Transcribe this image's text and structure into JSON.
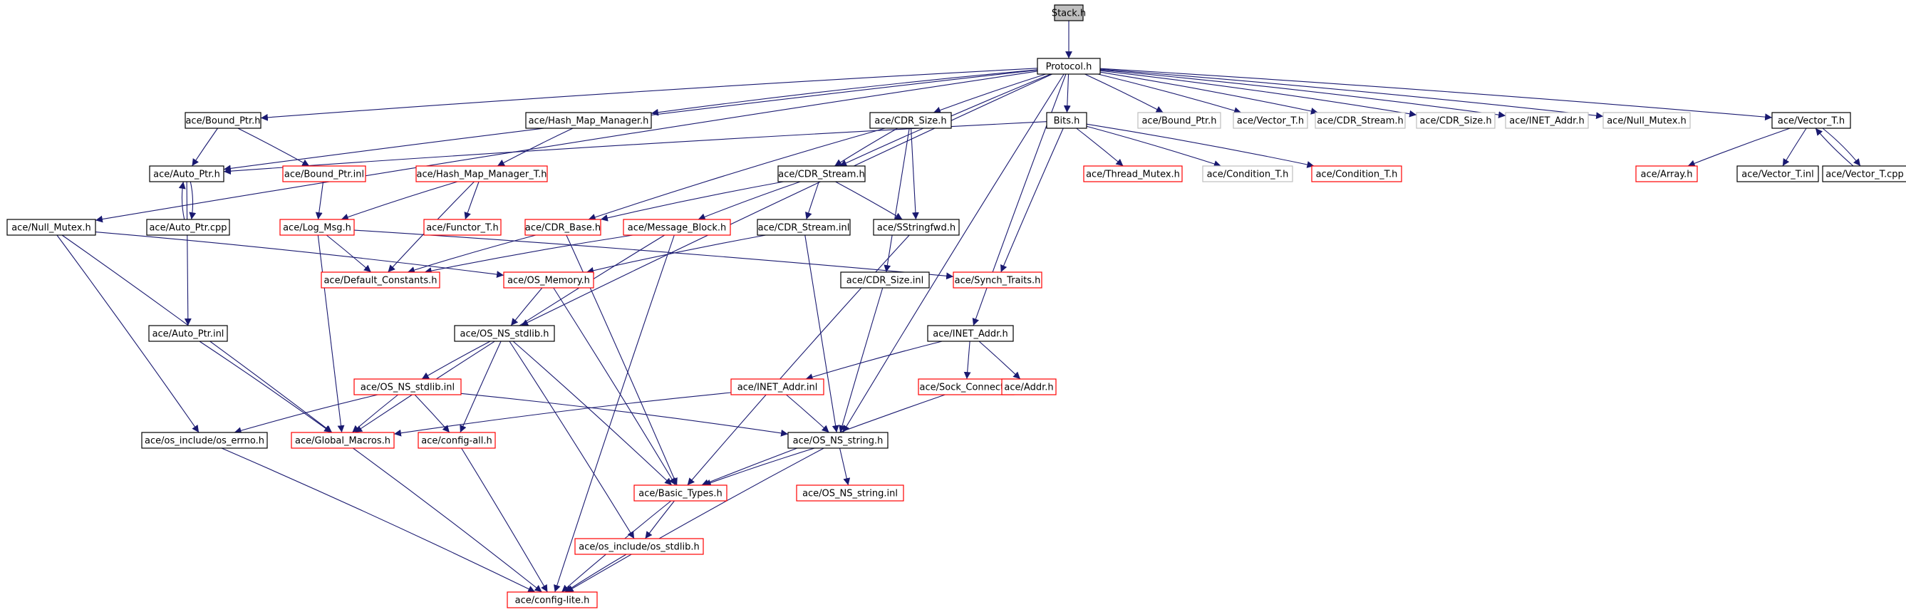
{
  "colors": {
    "edge": "#191970",
    "border_default": "#000000",
    "border_red": "#ff0000",
    "border_gray": "#bfbfbf",
    "fill_current": "#bfbfbf",
    "fill_default": "#ffffff"
  },
  "nodes": [
    {
      "id": "stack",
      "label": "Stack.h",
      "style": "current"
    },
    {
      "id": "protocol",
      "label": "Protocol.h",
      "style": "black"
    },
    {
      "id": "bound_ptr",
      "label": "ace/Bound_Ptr.h",
      "style": "black"
    },
    {
      "id": "hash_map",
      "label": "ace/Hash_Map_Manager.h",
      "style": "black"
    },
    {
      "id": "cdr_size",
      "label": "ace/CDR_Size.h",
      "style": "black"
    },
    {
      "id": "bits",
      "label": "Bits.h",
      "style": "black"
    },
    {
      "id": "g_bound_ptr",
      "label": "ace/Bound_Ptr.h",
      "style": "gray"
    },
    {
      "id": "g_vector_t",
      "label": "ace/Vector_T.h",
      "style": "gray"
    },
    {
      "id": "g_cdr_stream",
      "label": "ace/CDR_Stream.h",
      "style": "gray"
    },
    {
      "id": "g_cdr_size",
      "label": "ace/CDR_Size.h",
      "style": "gray"
    },
    {
      "id": "g_inet_addr",
      "label": "ace/INET_Addr.h",
      "style": "gray"
    },
    {
      "id": "g_null_mutex",
      "label": "ace/Null_Mutex.h",
      "style": "gray"
    },
    {
      "id": "vector_t",
      "label": "ace/Vector_T.h",
      "style": "black"
    },
    {
      "id": "auto_ptr",
      "label": "ace/Auto_Ptr.h",
      "style": "black"
    },
    {
      "id": "bound_ptr_inl",
      "label": "ace/Bound_Ptr.inl",
      "style": "red"
    },
    {
      "id": "hash_map_t",
      "label": "ace/Hash_Map_Manager_T.h",
      "style": "red"
    },
    {
      "id": "cdr_stream",
      "label": "ace/CDR_Stream.h",
      "style": "black"
    },
    {
      "id": "thread_mutex",
      "label": "ace/Thread_Mutex.h",
      "style": "red"
    },
    {
      "id": "condition_t",
      "label": "ace/Condition_T.h",
      "style": "gray"
    },
    {
      "id": "condition_t_red",
      "label": "ace/Condition_T.h",
      "style": "red"
    },
    {
      "id": "array",
      "label": "ace/Array.h",
      "style": "red"
    },
    {
      "id": "vector_t_inl",
      "label": "ace/Vector_T.inl",
      "style": "black"
    },
    {
      "id": "vector_t_cpp",
      "label": "ace/Vector_T.cpp",
      "style": "black"
    },
    {
      "id": "auto_ptr_cpp",
      "label": "ace/Auto_Ptr.cpp",
      "style": "black"
    },
    {
      "id": "log_msg",
      "label": "ace/Log_Msg.h",
      "style": "red"
    },
    {
      "id": "functor_t",
      "label": "ace/Functor_T.h",
      "style": "red"
    },
    {
      "id": "cdr_base",
      "label": "ace/CDR_Base.h",
      "style": "red"
    },
    {
      "id": "message_block",
      "label": "ace/Message_Block.h",
      "style": "red"
    },
    {
      "id": "cdr_stream_inl",
      "label": "ace/CDR_Stream.inl",
      "style": "black"
    },
    {
      "id": "sstringfwd",
      "label": "ace/SStringfwd.h",
      "style": "black"
    },
    {
      "id": "null_mutex",
      "label": "ace/Null_Mutex.h",
      "style": "black"
    },
    {
      "id": "default_constants",
      "label": "ace/Default_Constants.h",
      "style": "red"
    },
    {
      "id": "os_memory",
      "label": "ace/OS_Memory.h",
      "style": "red"
    },
    {
      "id": "cdr_size_inl",
      "label": "ace/CDR_Size.inl",
      "style": "black"
    },
    {
      "id": "synch_traits",
      "label": "ace/Synch_Traits.h",
      "style": "red"
    },
    {
      "id": "auto_ptr_inl",
      "label": "ace/Auto_Ptr.inl",
      "style": "black"
    },
    {
      "id": "os_ns_stdlib",
      "label": "ace/OS_NS_stdlib.h",
      "style": "black"
    },
    {
      "id": "inet_addr",
      "label": "ace/INET_Addr.h",
      "style": "black"
    },
    {
      "id": "os_ns_stdlib_inl",
      "label": "ace/OS_NS_stdlib.inl",
      "style": "red"
    },
    {
      "id": "inet_addr_inl",
      "label": "ace/INET_Addr.inl",
      "style": "red"
    },
    {
      "id": "sock_connect",
      "label": "ace/Sock_Connect.h",
      "style": "red"
    },
    {
      "id": "addr",
      "label": "ace/Addr.h",
      "style": "red"
    },
    {
      "id": "os_errno",
      "label": "ace/os_include/os_errno.h",
      "style": "black"
    },
    {
      "id": "global_macros",
      "label": "ace/Global_Macros.h",
      "style": "red"
    },
    {
      "id": "config_all",
      "label": "ace/config-all.h",
      "style": "red"
    },
    {
      "id": "os_ns_string",
      "label": "ace/OS_NS_string.h",
      "style": "black"
    },
    {
      "id": "basic_types",
      "label": "ace/Basic_Types.h",
      "style": "red"
    },
    {
      "id": "os_ns_string_inl",
      "label": "ace/OS_NS_string.inl",
      "style": "red"
    },
    {
      "id": "os_stdlib",
      "label": "ace/os_include/os_stdlib.h",
      "style": "red"
    },
    {
      "id": "config_lite",
      "label": "ace/config-lite.h",
      "style": "red"
    }
  ],
  "edges": [
    [
      "stack",
      "protocol"
    ],
    [
      "protocol",
      "bound_ptr"
    ],
    [
      "protocol",
      "hash_map"
    ],
    [
      "protocol",
      "cdr_size"
    ],
    [
      "protocol",
      "bits"
    ],
    [
      "protocol",
      "g_bound_ptr"
    ],
    [
      "protocol",
      "g_vector_t"
    ],
    [
      "protocol",
      "g_cdr_stream"
    ],
    [
      "protocol",
      "g_cdr_size"
    ],
    [
      "protocol",
      "g_inet_addr"
    ],
    [
      "protocol",
      "g_null_mutex"
    ],
    [
      "protocol",
      "vector_t"
    ],
    [
      "protocol",
      "auto_ptr"
    ],
    [
      "protocol",
      "null_mutex"
    ],
    [
      "protocol",
      "cdr_stream"
    ],
    [
      "protocol",
      "os_ns_stdlib"
    ],
    [
      "protocol",
      "inet_addr"
    ],
    [
      "protocol",
      "os_ns_string"
    ],
    [
      "bound_ptr",
      "auto_ptr"
    ],
    [
      "bound_ptr",
      "bound_ptr_inl"
    ],
    [
      "hash_map",
      "hash_map_t"
    ],
    [
      "cdr_size",
      "cdr_stream"
    ],
    [
      "cdr_size",
      "cdr_base"
    ],
    [
      "cdr_size",
      "sstringfwd"
    ],
    [
      "cdr_size",
      "cdr_size_inl"
    ],
    [
      "bits",
      "auto_ptr"
    ],
    [
      "bits",
      "thread_mutex"
    ],
    [
      "bits",
      "condition_t"
    ],
    [
      "bits",
      "condition_t_red"
    ],
    [
      "bits",
      "synch_traits"
    ],
    [
      "vector_t",
      "array"
    ],
    [
      "vector_t",
      "vector_t_inl"
    ],
    [
      "vector_t",
      "vector_t_cpp"
    ],
    [
      "vector_t_cpp",
      "vector_t"
    ],
    [
      "auto_ptr",
      "auto_ptr_cpp"
    ],
    [
      "auto_ptr_cpp",
      "auto_ptr"
    ],
    [
      "auto_ptr",
      "auto_ptr_inl"
    ],
    [
      "bound_ptr_inl",
      "log_msg"
    ],
    [
      "hash_map_t",
      "log_msg"
    ],
    [
      "hash_map_t",
      "functor_t"
    ],
    [
      "hash_map_t",
      "default_constants"
    ],
    [
      "cdr_stream",
      "cdr_base"
    ],
    [
      "cdr_stream",
      "message_block"
    ],
    [
      "cdr_stream",
      "cdr_stream_inl"
    ],
    [
      "cdr_stream",
      "sstringfwd"
    ],
    [
      "log_msg",
      "default_constants"
    ],
    [
      "log_msg",
      "synch_traits"
    ],
    [
      "log_msg",
      "global_macros"
    ],
    [
      "cdr_base",
      "default_constants"
    ],
    [
      "cdr_base",
      "basic_types"
    ],
    [
      "message_block",
      "default_constants"
    ],
    [
      "message_block",
      "global_macros"
    ],
    [
      "message_block",
      "config_lite"
    ],
    [
      "cdr_stream_inl",
      "os_memory"
    ],
    [
      "cdr_stream_inl",
      "os_ns_string"
    ],
    [
      "sstringfwd",
      "basic_types"
    ],
    [
      "null_mutex",
      "os_memory"
    ],
    [
      "null_mutex",
      "os_errno"
    ],
    [
      "null_mutex",
      "global_macros"
    ],
    [
      "os_memory",
      "os_ns_stdlib"
    ],
    [
      "os_memory",
      "basic_types"
    ],
    [
      "cdr_size_inl",
      "os_ns_string"
    ],
    [
      "auto_ptr_inl",
      "global_macros"
    ],
    [
      "os_ns_stdlib",
      "os_ns_stdlib_inl"
    ],
    [
      "os_ns_stdlib",
      "config_all"
    ],
    [
      "os_ns_stdlib",
      "basic_types"
    ],
    [
      "os_ns_stdlib",
      "os_stdlib"
    ],
    [
      "inet_addr",
      "inet_addr_inl"
    ],
    [
      "inet_addr",
      "sock_connect"
    ],
    [
      "inet_addr",
      "addr"
    ],
    [
      "os_ns_stdlib_inl",
      "os_errno"
    ],
    [
      "os_ns_stdlib_inl",
      "global_macros"
    ],
    [
      "os_ns_stdlib_inl",
      "config_all"
    ],
    [
      "os_ns_stdlib_inl",
      "os_ns_string"
    ],
    [
      "inet_addr_inl",
      "global_macros"
    ],
    [
      "inet_addr_inl",
      "os_ns_string"
    ],
    [
      "sock_connect",
      "basic_types"
    ],
    [
      "os_errno",
      "config_lite"
    ],
    [
      "global_macros",
      "config_lite"
    ],
    [
      "config_all",
      "config_lite"
    ],
    [
      "os_ns_string",
      "basic_types"
    ],
    [
      "os_ns_string",
      "os_ns_string_inl"
    ],
    [
      "os_ns_string",
      "config_lite"
    ],
    [
      "basic_types",
      "os_stdlib"
    ],
    [
      "basic_types",
      "config_lite"
    ],
    [
      "os_stdlib",
      "config_lite"
    ]
  ]
}
